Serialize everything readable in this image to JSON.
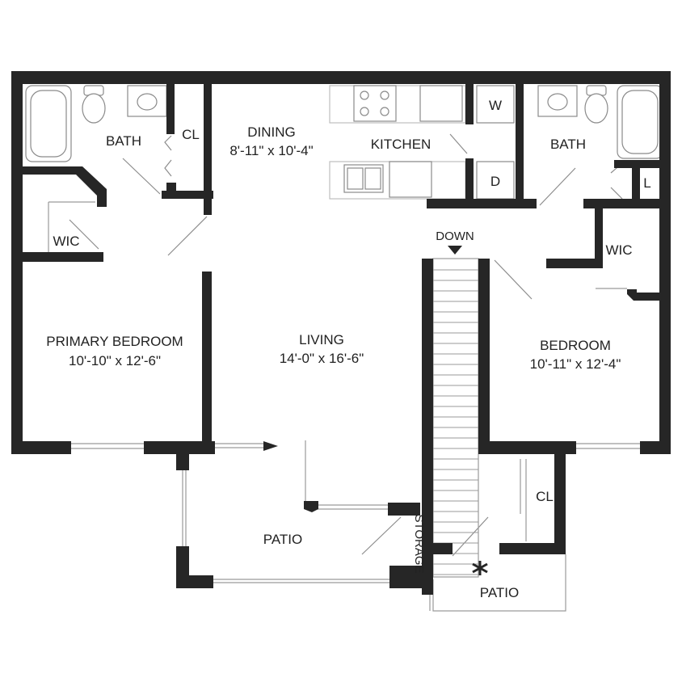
{
  "plan": {
    "rooms": {
      "bath_left": "BATH",
      "cl_left": "CL",
      "dining_name": "DINING",
      "dining_dims": "8'-11\" x 10'-4\"",
      "kitchen": "KITCHEN",
      "washer": "W",
      "dryer": "D",
      "bath_right": "BATH",
      "linen": "L",
      "wic_left": "WIC",
      "down": "DOWN",
      "wic_right": "WIC",
      "primary_name": "PRIMARY BEDROOM",
      "primary_dims": "10'-10\" x 12'-6\"",
      "living_name": "LIVING",
      "living_dims": "14'-0\" x 16'-6\"",
      "bedroom_name": "BEDROOM",
      "bedroom_dims": "10'-11\" x 12'-4\"",
      "cl_right": "CL",
      "patio_left": "PATIO",
      "storage": "STORAGE",
      "patio_right": "PATIO"
    },
    "colors": {
      "wall": "#262626",
      "line": "#9a9a9a",
      "background": "#ffffff"
    },
    "icons": [
      "toilet-icon",
      "sink-icon",
      "bathtub-icon",
      "range-icon",
      "double-sink-icon",
      "door-swing-icon",
      "stair-icon",
      "north-star-icon"
    ]
  }
}
